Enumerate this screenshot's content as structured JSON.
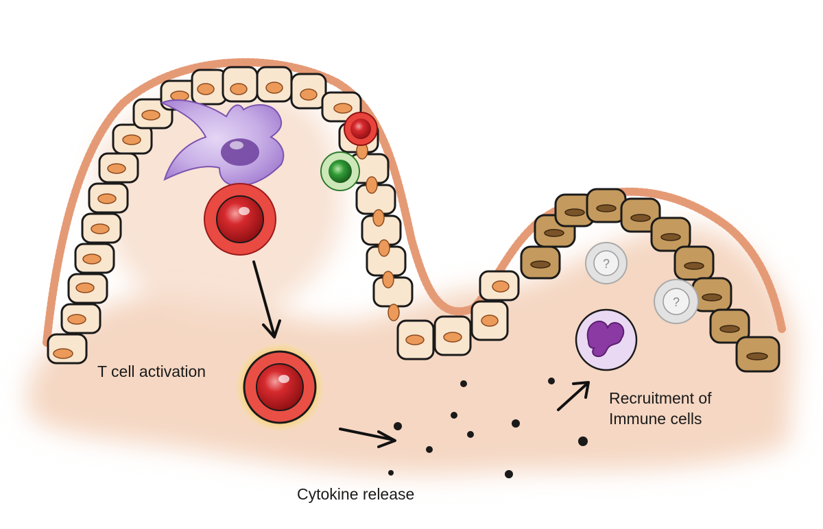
{
  "labels": {
    "t_cell_activation": "T cell activation",
    "cytokine_release": "Cytokine release",
    "recruitment_line1": "Recruitment of",
    "recruitment_line2": "Immune cells"
  },
  "unknown_cell_mark": "?",
  "colors": {
    "tissue_wash": "#f6d3bd",
    "enterocyte": "#f9e6cf",
    "enterocyte_nucleus": "#ec9a5a",
    "goblet_cell": "#b98a4c",
    "brush_border": "#e59a76",
    "dendritic_cell": "#9a6cc4",
    "t_cell": "#c71e22",
    "activated_halo": "#f2c13d",
    "b_cell": "#2f8a2f",
    "neutrophil": "#8a4aa6",
    "unknown_cell": "#d0d0d0",
    "outline": "#1a1a1a"
  },
  "icons": [
    "dendritic-cell-icon",
    "t-cell-icon",
    "b-cell-icon",
    "neutrophil-icon",
    "unknown-cell-icon",
    "cytokine-dot-icon",
    "arrow-icon"
  ]
}
